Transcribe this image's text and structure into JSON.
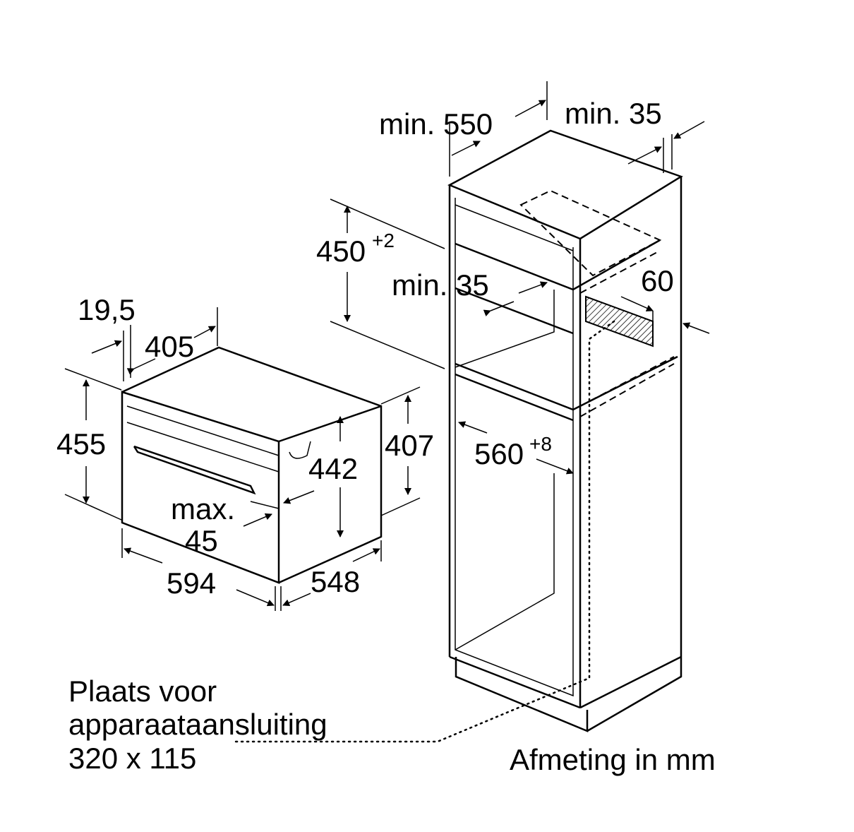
{
  "diagram": {
    "cabinet": {
      "depth_label": "min. 550",
      "rear_gap_label": "min. 35",
      "niche_height": "450",
      "niche_height_tol": "+2",
      "shelf_gap_label": "min. 35",
      "vent_label": "60",
      "niche_width": "560",
      "niche_width_tol": "+8"
    },
    "appliance": {
      "front_offset": "19,5",
      "top_depth": "405",
      "front_height": "455",
      "body_height": "407",
      "inner_height": "442",
      "handle_label_1": "max.",
      "handle_label_2": "45",
      "width": "594",
      "depth": "548"
    },
    "connection_note": [
      "Plaats voor",
      "apparaataansluiting",
      "320 x 115"
    ],
    "units_note": "Afmeting in mm"
  }
}
